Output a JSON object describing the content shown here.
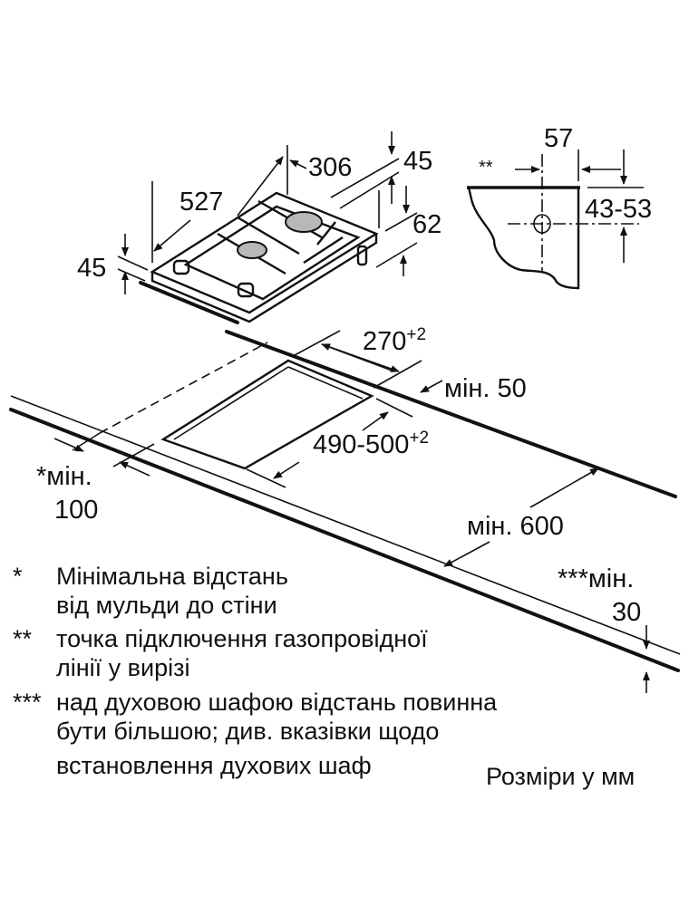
{
  "hob": {
    "width_label": "527",
    "depth_label": "306",
    "top_height_label": "45",
    "side_height_label": "62",
    "left_height_label": "45"
  },
  "connection_detail": {
    "marker": "**",
    "offset_label": "57",
    "height_label": "43-53"
  },
  "cutout": {
    "width_label": "270",
    "width_tolerance": "+2",
    "depth_label": "490-500",
    "depth_tolerance": "+2",
    "min_back_label": "мін. 50",
    "min_side_label_1": "*мін.",
    "min_side_label_2": "100",
    "min_depth_label": "мін. 600",
    "min_front_label_1": "***мін.",
    "min_front_label_2": "30"
  },
  "notes": [
    {
      "marker": "*",
      "lines": [
        "Мінімальна відстань",
        "від мульди до стіни"
      ]
    },
    {
      "marker": "**",
      "lines": [
        "точка підключення газопровідної",
        "лінії у вирізі"
      ]
    },
    {
      "marker": "***",
      "lines": [
        "над духовою шафою відстань повинна",
        "бути більшою; див. вказівки щодо",
        "встановлення духових шаф"
      ]
    }
  ],
  "units_label": "Розміри у мм",
  "colors": {
    "line": "#111111",
    "burner": "#b8b8b8"
  }
}
